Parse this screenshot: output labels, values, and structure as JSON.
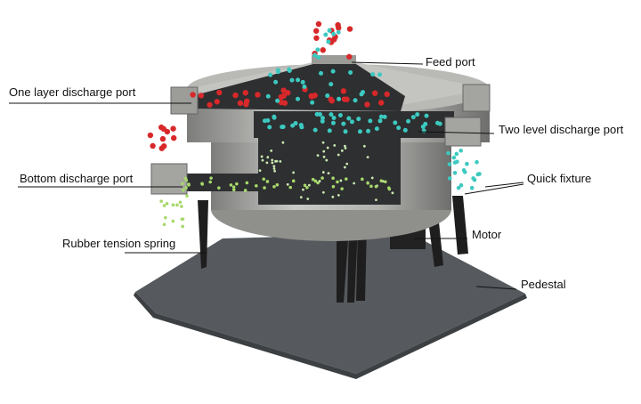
{
  "title": "Tumbler screen structure diagram",
  "labels": {
    "feed_port": "Feed port",
    "one_layer": "One layer discharge port",
    "two_level": "Two level discharge port",
    "bottom": "Bottom discharge port",
    "quick_fixture": "Quick fixture",
    "spring": "Rubber tension spring",
    "motor": "Motor",
    "pedestal": "Pedestal"
  },
  "colors": {
    "red_particles": "#d8282a",
    "teal_particles": "#3cc9c0",
    "green_particles": "#a6d86a",
    "pedestal": "#56595d",
    "steel": "#a9a9a6",
    "mesh": "#2e2f31"
  }
}
